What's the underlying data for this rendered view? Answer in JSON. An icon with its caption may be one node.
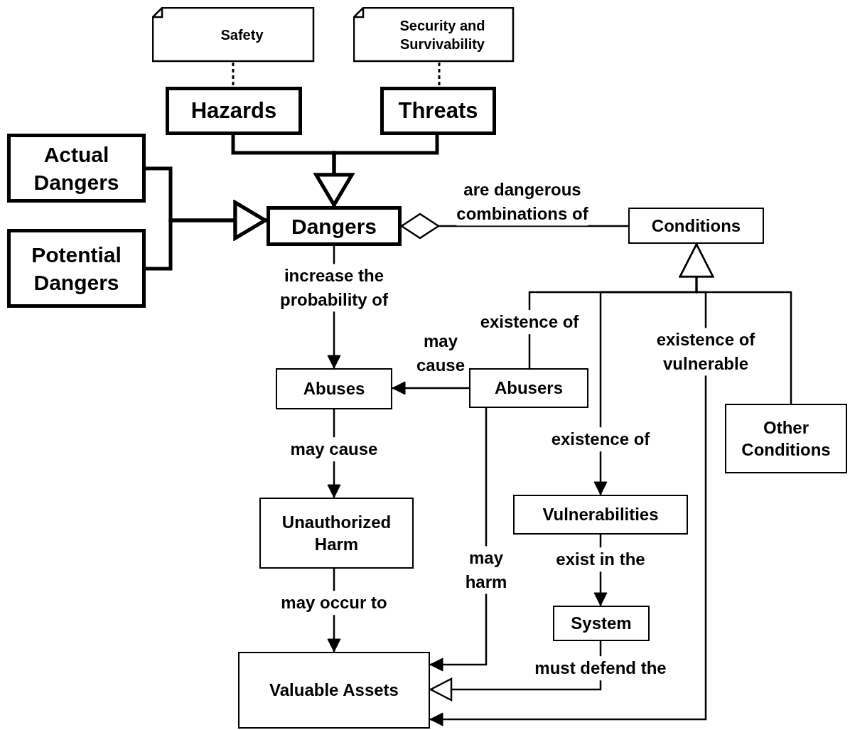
{
  "diagram": {
    "nodes": [
      {
        "text": [
          "Safety"
        ]
      },
      {
        "text": [
          "Security and Survivability"
        ]
      },
      {
        "text": [
          "Hazards"
        ]
      },
      {
        "text": [
          "Threats"
        ]
      },
      {
        "text": [
          "Actual Dangers"
        ]
      },
      {
        "text": [
          "Potential Dangers"
        ]
      },
      {
        "text": [
          "Dangers"
        ]
      },
      {
        "text": [
          "Conditions"
        ]
      },
      {
        "text": [
          "Abuses"
        ]
      },
      {
        "text": [
          "Abusers"
        ]
      },
      {
        "text": [
          "Other Conditions"
        ]
      },
      {
        "text": [
          "Unauthorized Harm"
        ]
      },
      {
        "text": [
          "Vulnerabilities"
        ]
      },
      {
        "text": [
          "System"
        ]
      },
      {
        "text": [
          "Valuable Assets"
        ]
      }
    ],
    "edges": [
      {
        "from": 0,
        "to": 2,
        "arrow": "none",
        "style": "dashed"
      },
      {
        "from": 1,
        "to": 3,
        "arrow": "none",
        "style": "dashed"
      },
      {
        "from": 2,
        "to": 6,
        "arrow": "to",
        "style": "thick"
      },
      {
        "from": 3,
        "to": 6,
        "arrow": "to",
        "style": "thick"
      },
      {
        "from": 4,
        "to": 6,
        "arrow": "to",
        "style": "thick"
      },
      {
        "from": 5,
        "to": 6,
        "arrow": "to",
        "style": "thick"
      },
      {
        "from": 6,
        "to": 7,
        "arrow": "other",
        "label": "are dangerous combinations of"
      },
      {
        "from": 6,
        "to": 8,
        "arrow": "to",
        "label": "increase the probability of"
      },
      {
        "from": 9,
        "to": 8,
        "arrow": "to",
        "label": "may cause"
      },
      {
        "from": 9,
        "to": 7,
        "arrow": "to",
        "label": "existence of"
      },
      {
        "from": 12,
        "to": 7,
        "arrow": "both",
        "label": "existence of"
      },
      {
        "from": 14,
        "to": 7,
        "arrow": "both",
        "label": "existence of vulnerable"
      },
      {
        "from": 10,
        "to": 7,
        "arrow": "to"
      },
      {
        "from": 8,
        "to": 11,
        "arrow": "to",
        "label": "may cause"
      },
      {
        "from": 11,
        "to": 14,
        "arrow": "to",
        "label": "may occur to"
      },
      {
        "from": 9,
        "to": 14,
        "arrow": "to",
        "label": "may harm"
      },
      {
        "from": 12,
        "to": 13,
        "arrow": "to",
        "label": "exist in the"
      },
      {
        "from": 13,
        "to": 14,
        "arrow": "to",
        "label": "must defend the"
      }
    ]
  }
}
